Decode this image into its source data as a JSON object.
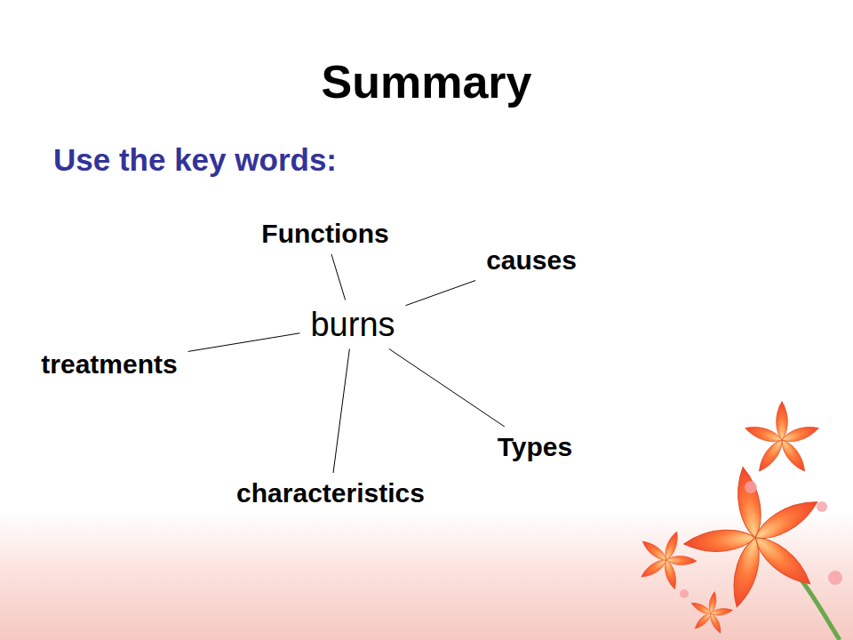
{
  "diagram": {
    "title": "Summary",
    "nodes": [
      {
        "text": [
          "Functions"
        ]
      },
      {
        "text": [
          "causes"
        ]
      },
      {
        "text": [
          "burns"
        ]
      },
      {
        "text": [
          "treatments"
        ]
      },
      {
        "text": [
          "Types"
        ]
      },
      {
        "text": [
          "characteristics"
        ]
      }
    ],
    "edges": [
      {
        "from": 2,
        "to": 0,
        "arrow": "none"
      },
      {
        "from": 2,
        "to": 1,
        "arrow": "none"
      },
      {
        "from": 2,
        "to": 3,
        "arrow": "none"
      },
      {
        "from": 2,
        "to": 4,
        "arrow": "none"
      },
      {
        "from": 2,
        "to": 5,
        "arrow": "none"
      }
    ],
    "labels": [
      "Use the key words:"
    ]
  }
}
